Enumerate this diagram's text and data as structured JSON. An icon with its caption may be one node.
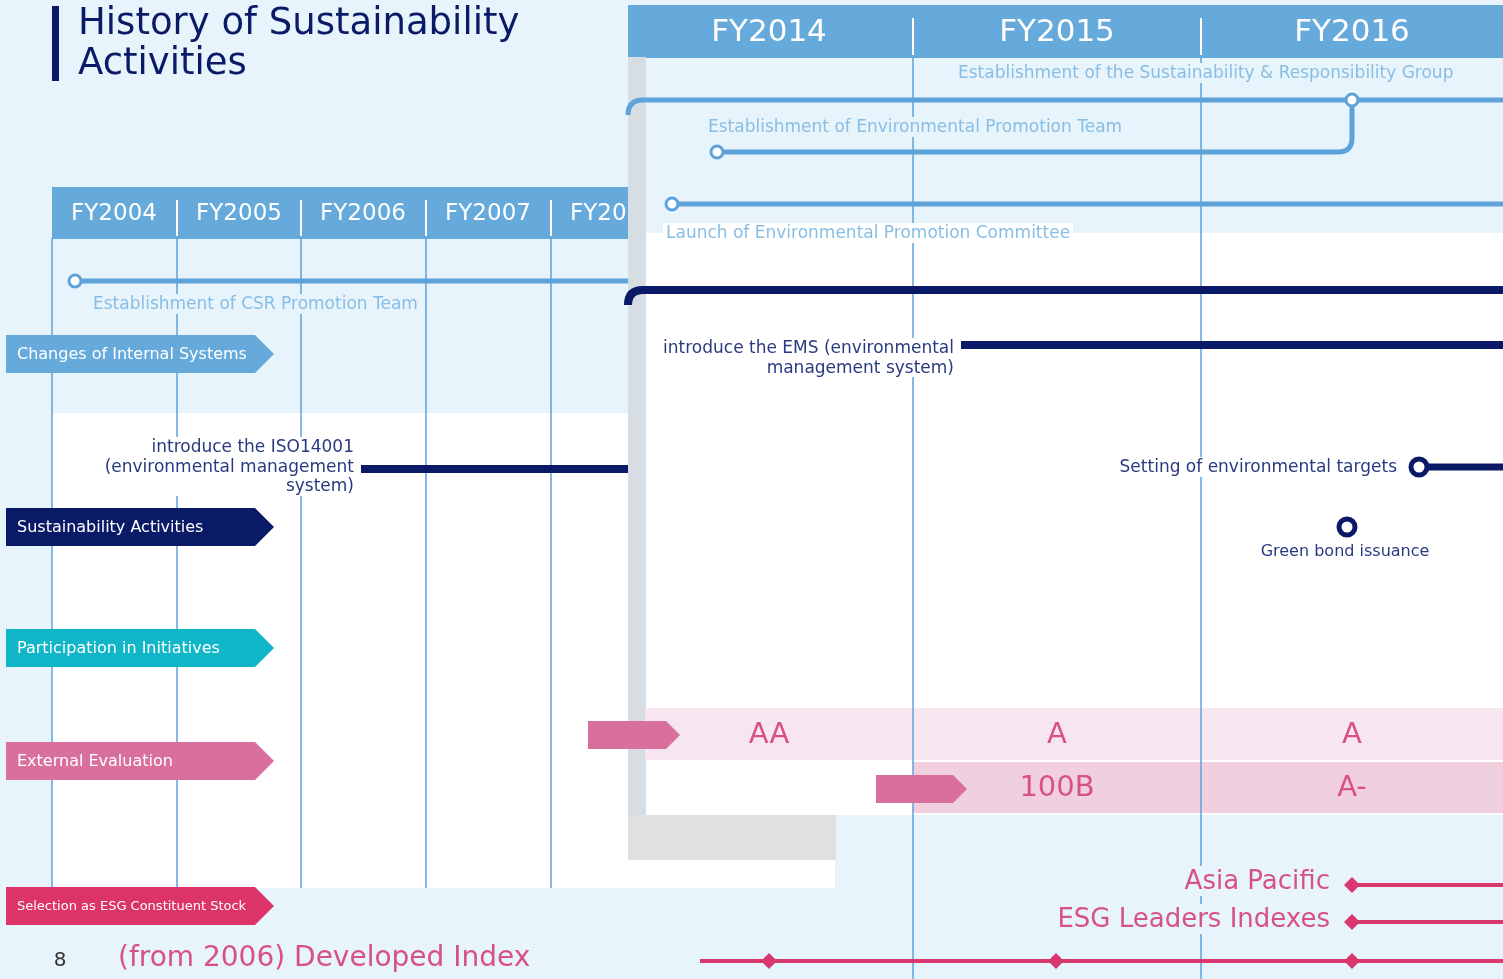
{
  "diagram": {
    "title": "History of Sustainability Activities",
    "nodes": [
      {
        "text": [
          "Changes of Internal Systems"
        ]
      },
      {
        "text": [
          "Sustainability Activities"
        ]
      },
      {
        "text": [
          "Participation in Initiatives"
        ]
      },
      {
        "text": [],
        "shape": "tag"
      },
      {
        "text": [
          "External Evaluation"
        ]
      },
      {
        "text": [],
        "shape": "tag"
      },
      {
        "text": [
          "Selection as ESG Constituent Stock"
        ]
      }
    ],
    "edges": [],
    "labels": [
      "FY2014",
      "FY2015",
      "FY2016",
      "Establishment of the Sustainability & Responsibility Group",
      "Establishment of Environmental Promotion Team",
      "FY2004",
      "FY2005",
      "FY2006",
      "FY2007",
      "FY20",
      "Launch of Environmental Promotion Committee",
      "Establishment of CSR Promotion Team",
      "introduce the EMS (environmental management system)",
      "introduce the ISO14001 (environmental management system)",
      "Setting of environmental targets",
      "Green bond issuance",
      "AA",
      "A",
      "A",
      "100B",
      "A-",
      "Asia Pacific",
      "ESG Leaders Indexes",
      "8",
      "(from 2006) Developed Index"
    ]
  }
}
